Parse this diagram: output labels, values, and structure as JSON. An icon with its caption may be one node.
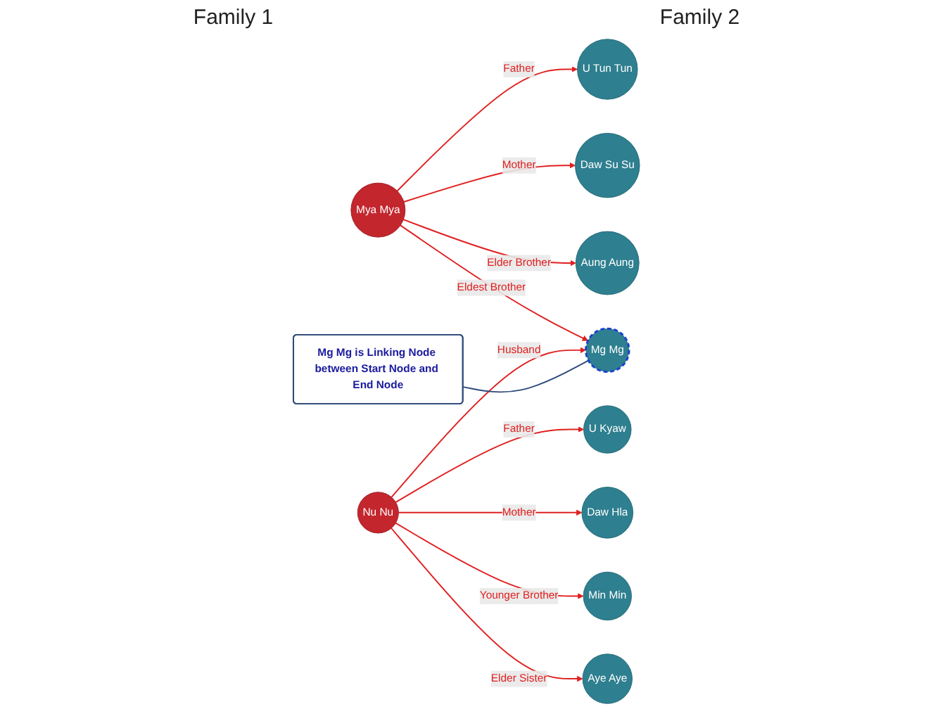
{
  "diagram": {
    "nodes": [
      {
        "text": [
          "U Tun Tun"
        ]
      },
      {
        "text": [
          "Daw Su Su"
        ]
      },
      {
        "text": [
          "Mya Mya"
        ]
      },
      {
        "text": [
          "Aung Aung"
        ]
      },
      {
        "text": [
          "Mg Mg"
        ]
      },
      {
        "text": [
          "U Kyaw"
        ]
      },
      {
        "text": [
          "Daw Hla"
        ]
      },
      {
        "text": [
          "Nu Nu"
        ]
      },
      {
        "text": [
          "Min Min"
        ]
      },
      {
        "text": [
          "Aye Aye"
        ]
      },
      {
        "text": [
          "Mg Mg is Linking Node between Start Node and End Node"
        ]
      }
    ],
    "edges": [
      {
        "from": 2,
        "to": 0,
        "arrow": "to",
        "label": "Father"
      },
      {
        "from": 2,
        "to": 1,
        "arrow": "to",
        "label": "Mother"
      },
      {
        "from": 2,
        "to": 3,
        "arrow": "to",
        "label": "Elder Brother"
      },
      {
        "from": 2,
        "to": 4,
        "arrow": "to",
        "label": "Eldest Brother"
      },
      {
        "from": 7,
        "to": 5,
        "arrow": "to",
        "label": "Father"
      },
      {
        "from": 7,
        "to": 6,
        "arrow": "to",
        "label": "Mother"
      },
      {
        "from": 7,
        "to": 4,
        "arrow": "to",
        "label": "Husband"
      },
      {
        "from": 7,
        "to": 8,
        "arrow": "to",
        "label": "Younger Brother"
      },
      {
        "from": 7,
        "to": 9,
        "arrow": "to",
        "label": "Elder Sister"
      },
      {
        "from": 10,
        "to": 4,
        "arrow": "none",
        "color": "#2d4a7a"
      }
    ],
    "labels": [
      "Family 1",
      "Family 2"
    ]
  }
}
